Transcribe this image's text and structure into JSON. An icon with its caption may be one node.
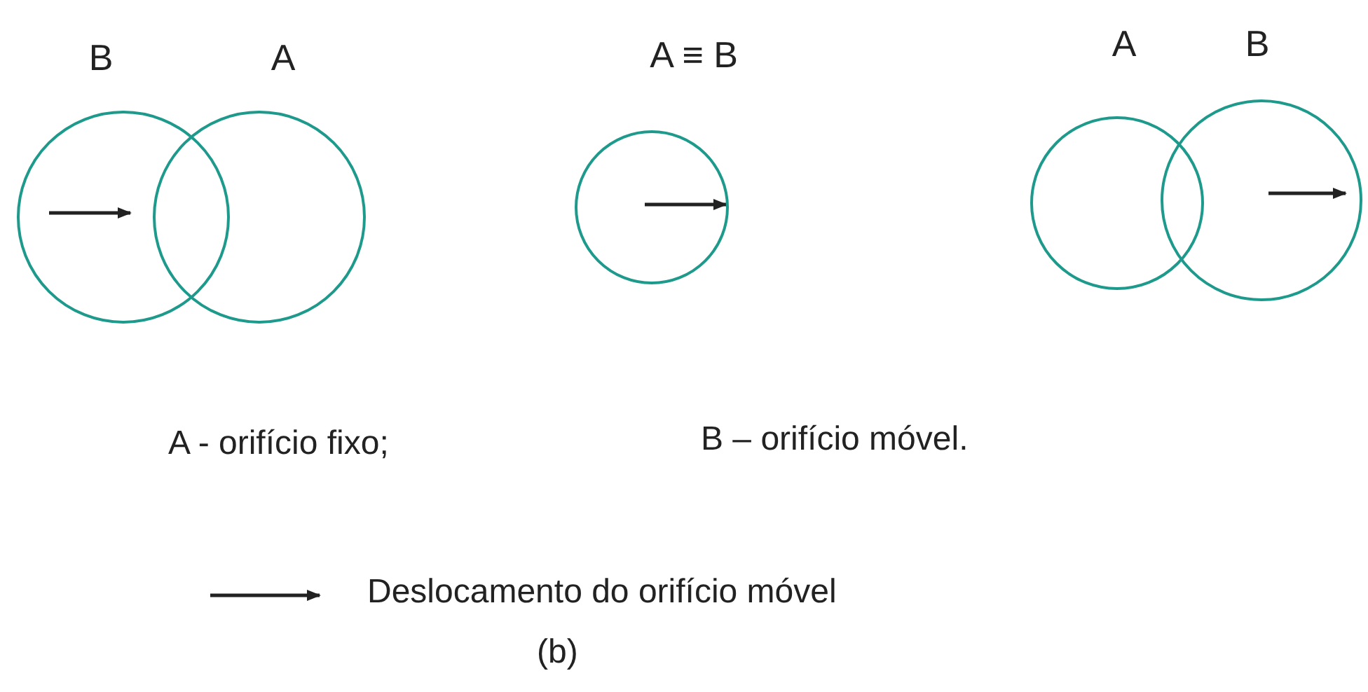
{
  "diagram": {
    "caption": "(b)",
    "nodes": [
      {
        "text": [
          "B"
        ]
      },
      {
        "text": [
          "A"
        ]
      },
      {
        "text": [
          "A ≡ B"
        ]
      },
      {
        "text": [
          "A"
        ]
      },
      {
        "text": [
          "B"
        ]
      }
    ],
    "labels": [
      "A - orifício fixo;",
      "B – orifício móvel."
    ],
    "legend": [
      {
        "text": "Deslocamento do orifício móvel"
      }
    ]
  }
}
